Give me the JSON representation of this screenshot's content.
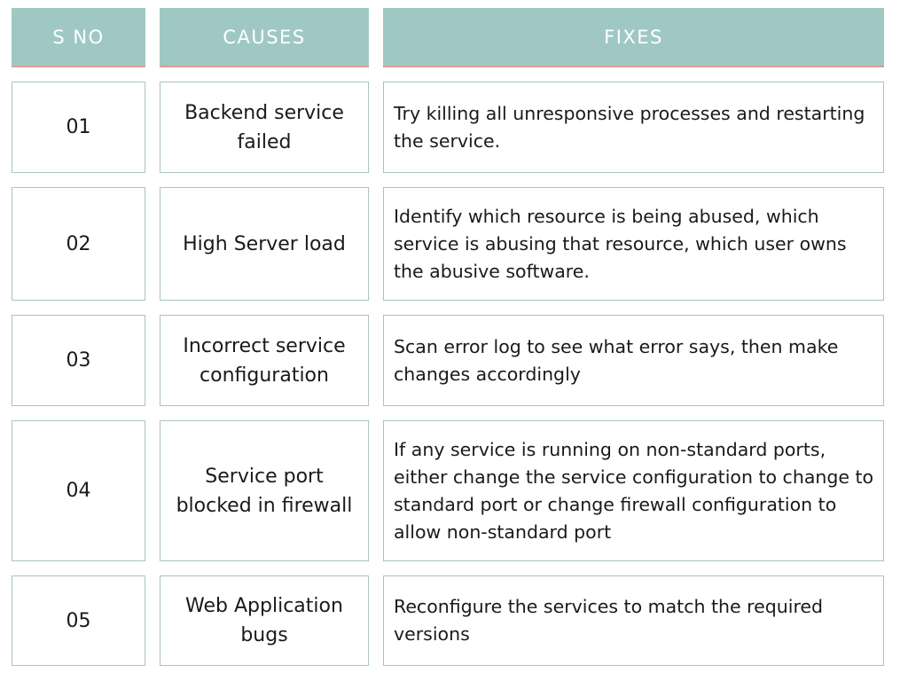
{
  "table": {
    "headers": [
      "S NO",
      "CAUSES",
      "FIXES"
    ],
    "rows": [
      {
        "sno": "01",
        "cause": "Backend service failed",
        "fix": "Try killing all unresponsive processes and restarting the service."
      },
      {
        "sno": "02",
        "cause": "High Server load",
        "fix": "Identify which resource is being abused, which service is abusing that resource, which user owns the abusive software."
      },
      {
        "sno": "03",
        "cause": "Incorrect service configuration",
        "fix": "Scan error log to see what error says, then make changes accordingly"
      },
      {
        "sno": "04",
        "cause": "Service port blocked in firewall",
        "fix": "If any service is running on non-standard ports, either change the service configuration to change to standard port or change firewall configuration to allow non-standard port"
      },
      {
        "sno": "05",
        "cause": "Web Application bugs",
        "fix": "Reconfigure the services to match the required versions"
      }
    ]
  },
  "colors": {
    "header_bg": "#9fc8c5",
    "header_underline": "#e3999a",
    "cell_border": "#a9c3c1"
  }
}
